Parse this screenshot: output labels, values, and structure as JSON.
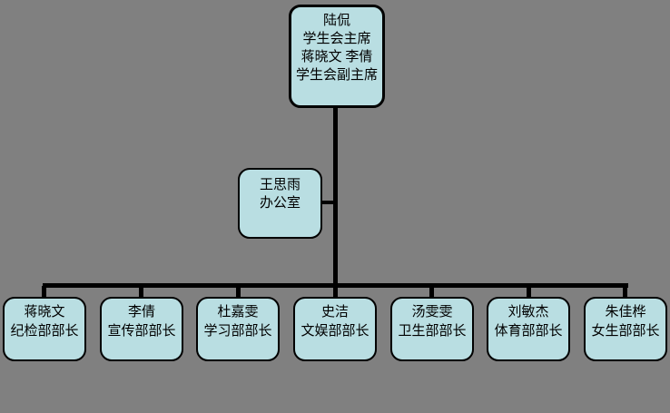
{
  "diagram": {
    "type": "org-chart",
    "background_color": "#808080",
    "node_fill_color": "#b9dee2",
    "node_border_color": "#000000",
    "connector_color": "#000000",
    "root_node": {
      "line1": "陆侃",
      "line2": "学生会主席",
      "line3": "蒋晓文 李倩",
      "line4": "学生会副主席"
    },
    "office_node": {
      "line1": "王思雨",
      "line2": "办公室"
    },
    "department_nodes": [
      {
        "name": "蒋晓文",
        "title": "纪检部部长"
      },
      {
        "name": "李倩",
        "title": "宣传部部长"
      },
      {
        "name": "杜嘉雯",
        "title": "学习部部长"
      },
      {
        "name": "史洁",
        "title": "文娱部部长"
      },
      {
        "name": "汤雯雯",
        "title": "卫生部部长"
      },
      {
        "name": "刘敏杰",
        "title": "体育部部长"
      },
      {
        "name": "朱佳桦",
        "title": "女生部部长"
      }
    ]
  }
}
